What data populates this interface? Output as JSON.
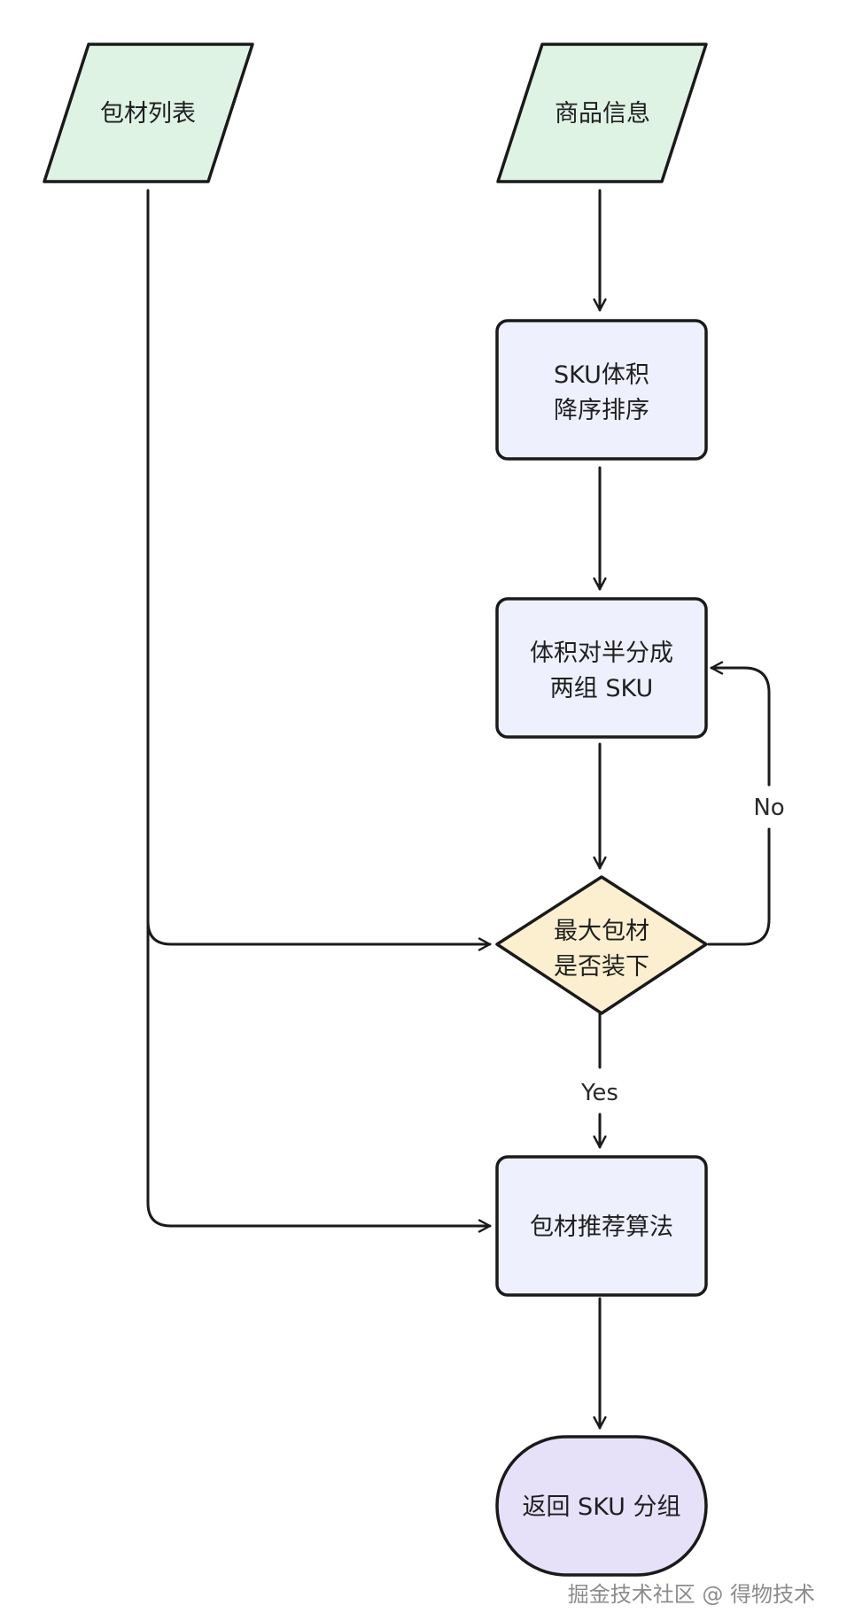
{
  "diagram": {
    "nodes": {
      "package_list": {
        "label": "包材列表"
      },
      "product_info": {
        "label": "商品信息"
      },
      "sort_sku": {
        "line1": "SKU体积",
        "line2": "降序排序"
      },
      "split_half": {
        "line1": "体积对半分成",
        "line2": "两组 SKU"
      },
      "fit_check": {
        "line1": "最大包材",
        "line2": "是否装下"
      },
      "recommend": {
        "label": "包材推荐算法"
      },
      "return_groups": {
        "label": "返回 SKU 分组"
      }
    },
    "edges": {
      "no_label": "No",
      "yes_label": "Yes"
    },
    "colors": {
      "io_fill": "#dff3e4",
      "process_fill": "#eef0fd",
      "decision_fill": "#fbefd0",
      "terminal_fill": "#e6e0f8",
      "stroke": "#1a1a1a"
    }
  },
  "watermark": "掘金技术社区 @ 得物技术"
}
